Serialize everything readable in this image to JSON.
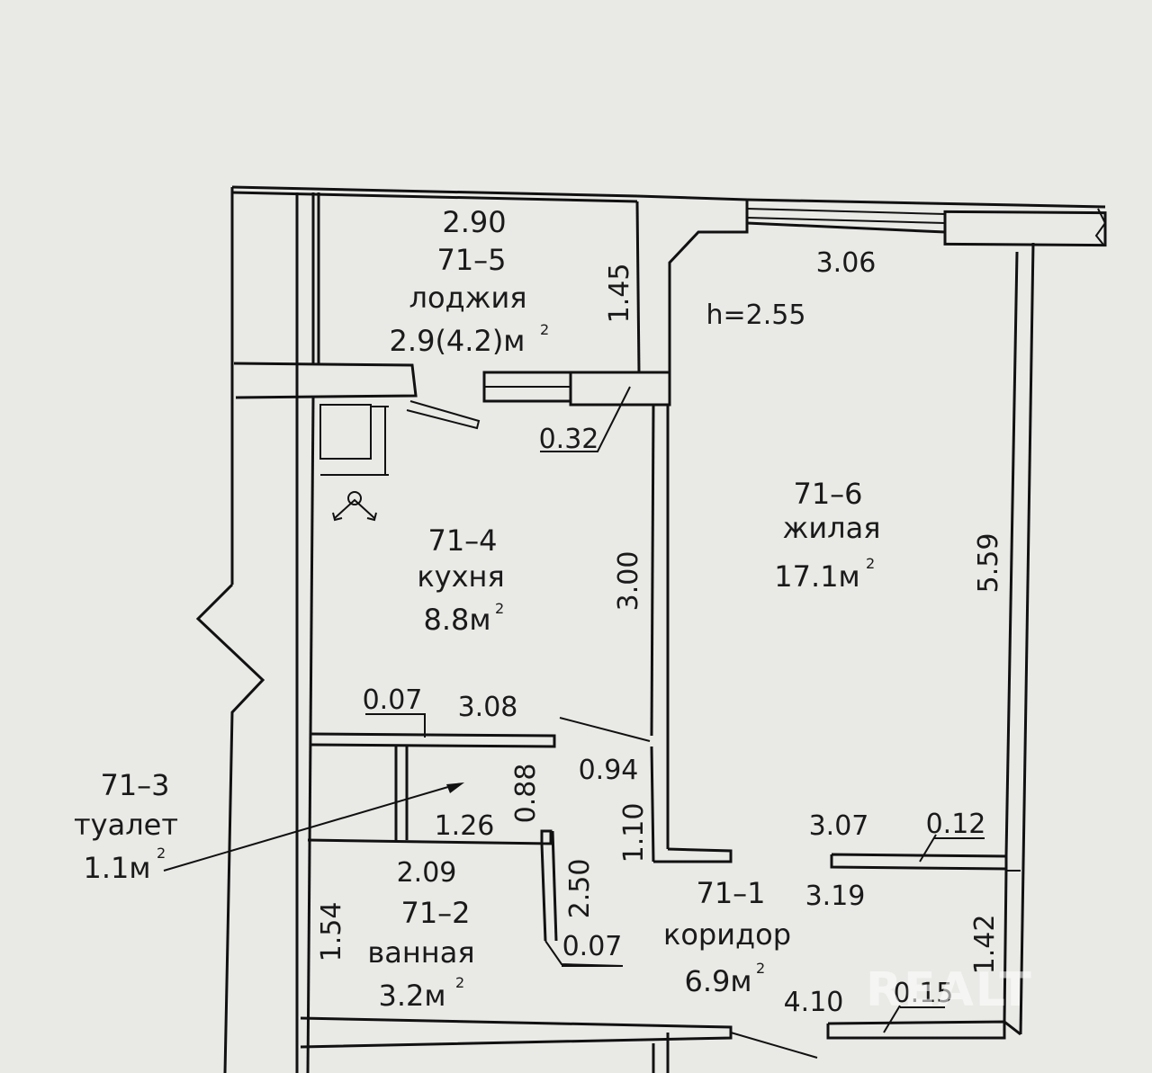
{
  "rooms": {
    "loggia": {
      "dim": "2.90",
      "id": "71–5",
      "name": "лоджия",
      "area": "2.9(4.2)м",
      "sup": "2"
    },
    "kitchen": {
      "id": "71–4",
      "name": "кухня",
      "area": "8.8м",
      "sup": "2"
    },
    "living": {
      "id": "71–6",
      "name": "жилая",
      "area": "17.1м",
      "sup": "2"
    },
    "toilet": {
      "id": "71–3",
      "name": "туалет",
      "area": "1.1м",
      "sup": "2"
    },
    "bathroom": {
      "id": "71–2",
      "name": "ванная",
      "area": "3.2м",
      "sup": "2"
    },
    "corridor": {
      "id": "71–1",
      "name": "коридор",
      "area": "6.9м",
      "sup": "2"
    }
  },
  "dimensions": {
    "d306": "3.06",
    "h": "h=2.55",
    "d145": "1.45",
    "d032": "0.32",
    "d300": "3.00",
    "d559": "5.59",
    "d007a": "0.07",
    "d308": "3.08",
    "d094": "0.94",
    "d088": "0.88",
    "d126": "1.26",
    "d110": "1.10",
    "d307": "3.07",
    "d012": "0.12",
    "d209": "2.09",
    "d250": "2.50",
    "d319": "3.19",
    "d154": "1.54",
    "d007b": "0.07",
    "d142": "1.42",
    "d410": "4.10",
    "d015": "0.15"
  },
  "watermark": "REALT"
}
